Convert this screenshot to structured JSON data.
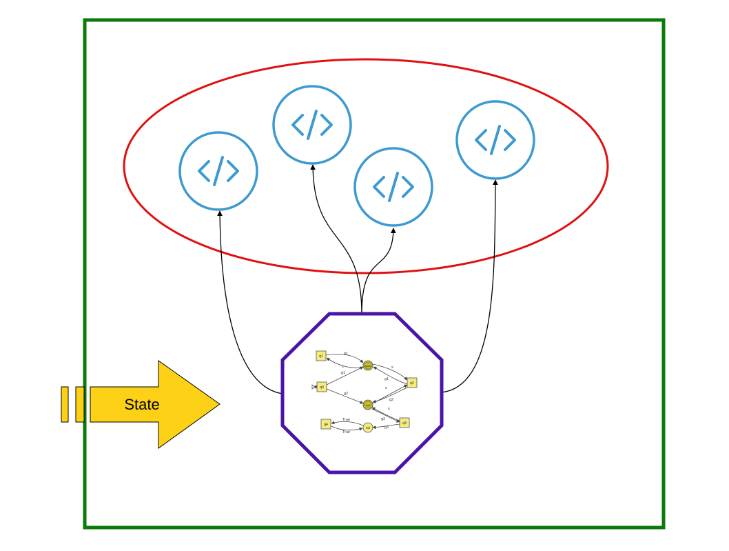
{
  "state_arrow": {
    "label": "State"
  },
  "automaton": {
    "states": [
      "q1",
      "q0",
      "q2",
      "q3",
      "q4",
      "good",
      "bad",
      "fail"
    ],
    "edge_labels": [
      "g1",
      "g1",
      "g1",
      "g2",
      "g2",
      "g2",
      "g3",
      "s",
      "s",
      "s",
      "s",
      "True",
      "True"
    ]
  },
  "colors": {
    "frame": "#0b7a0b",
    "ellipse": "#e01010",
    "code_icon": "#3d9ad1",
    "octagon": "#4a14a8",
    "arrow_fill": "#fcd116",
    "automaton_node": "#f5ec80",
    "automaton_node_dark": "#c9bf2a"
  },
  "icons": [
    "code-icon",
    "code-icon",
    "code-icon",
    "code-icon"
  ]
}
